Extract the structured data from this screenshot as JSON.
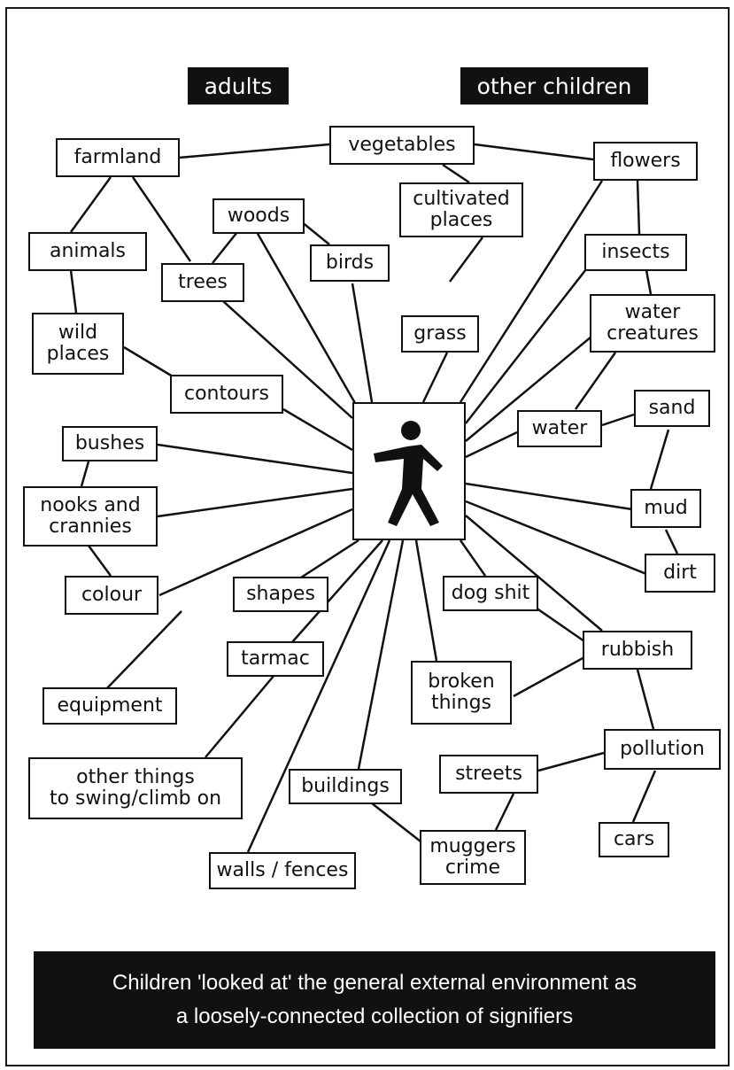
{
  "headers": {
    "adults": "adults",
    "other_children": "other children"
  },
  "nodes": {
    "farmland": "farmland",
    "vegetables": "vegetables",
    "flowers": "flowers",
    "cultivated_places": "cultivated\nplaces",
    "woods": "woods",
    "animals": "animals",
    "birds": "birds",
    "trees": "trees",
    "insects": "insects",
    "wild_places": "wild\nplaces",
    "grass": "grass",
    "water_creatures": "water\ncreatures",
    "contours": "contours",
    "sand": "sand",
    "water": "water",
    "bushes": "bushes",
    "nooks_and_crannies": "nooks and\ncrannies",
    "mud": "mud",
    "dirt": "dirt",
    "colour": "colour",
    "shapes": "shapes",
    "dog_shit": "dog shit",
    "rubbish": "rubbish",
    "tarmac": "tarmac",
    "broken_things": "broken\nthings",
    "equipment": "equipment",
    "pollution": "pollution",
    "streets": "streets",
    "other_things": "other things\nto swing/climb on",
    "buildings": "buildings",
    "cars": "cars",
    "muggers_crime": "muggers\ncrime",
    "walls_fences": "walls / fences"
  },
  "center_icon": "person-icon",
  "caption": "Children 'looked at' the general external environment as\na loosely-connected collection of signifiers"
}
